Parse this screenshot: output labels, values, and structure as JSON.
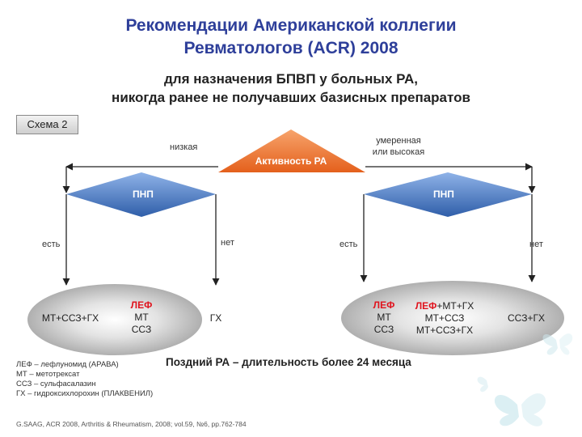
{
  "title": {
    "line1": "Рекомендации Американской коллегии",
    "line2": "Ревматологов (ACR) 2008"
  },
  "subtitle": {
    "line1": "для назначения БПВП у больных РА,",
    "line2": "никогда ранее не получавших базисных препаратов"
  },
  "scheme_label": "Схема 2",
  "activity": {
    "label": "Активность РА",
    "low": "низкая",
    "high_line1": "умеренная",
    "high_line2": "или высокая"
  },
  "left_branch": {
    "diamond": "ПНП",
    "yes": "есть",
    "no": "нет",
    "yes_node": "МТ+ССЗ+ГХ",
    "mid_node_red": "ЛЕФ",
    "mid_node_line2": "МТ",
    "mid_node_line3": "ССЗ",
    "no_node": "ГХ"
  },
  "right_branch": {
    "diamond": "ПНП",
    "yes": "есть",
    "no": "нет",
    "node1_red": "ЛЕФ",
    "node1_line2": "МТ",
    "node1_line3": "ССЗ",
    "node2_red": "ЛЕФ",
    "node2_rest": "+МТ+ГХ",
    "node2_line2": "МТ+ССЗ",
    "node2_line3": "МТ+ССЗ+ГХ",
    "no_node": "ССЗ+ГХ"
  },
  "legend": [
    "ЛЕФ – лефлуномид (АРАВА)",
    "МТ – метотрексат",
    "ССЗ – сульфасалазин",
    "ГХ – гидроксихлорохин (ПЛАКВЕНИЛ)"
  ],
  "late_ra": "Поздний РА – длительность более 24 месяца",
  "citation": "G.SAAG, ACR 2008, Arthritis & Rheumatism, 2008; vol.59, №6, pp.762-784",
  "colors": {
    "title": "#2e3f9a",
    "activity": "#ee7a35",
    "diamond": "#4a78c2",
    "ellipse": "#b3b3b3",
    "accent_red": "#e0141e"
  }
}
